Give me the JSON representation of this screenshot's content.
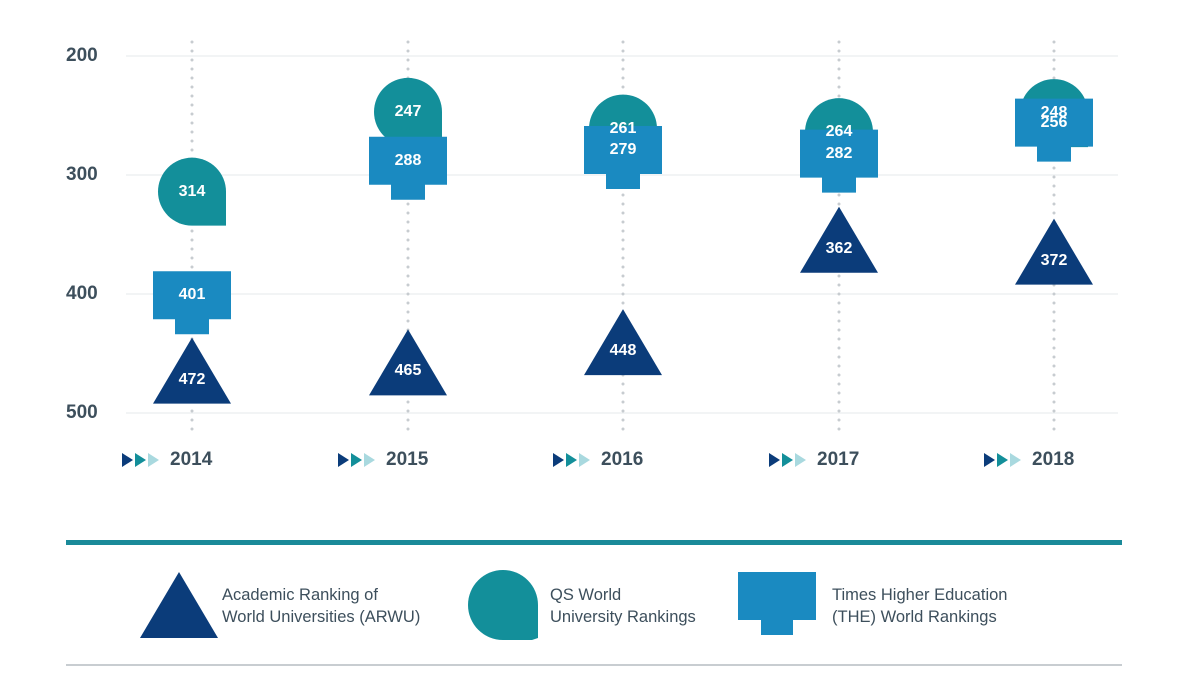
{
  "chart_data": {
    "type": "scatter",
    "categories": [
      "2014",
      "2015",
      "2016",
      "2017",
      "2018"
    ],
    "y_ticks": [
      "200",
      "300",
      "400",
      "500"
    ],
    "ylim": [
      200,
      500
    ],
    "y_inverted": true,
    "grid": true,
    "legend_position": "bottom",
    "series": [
      {
        "name": "Academic Ranking of World Universities (ARWU)",
        "marker": "triangle",
        "color": "#0b3c7a",
        "values": [
          472,
          465,
          448,
          362,
          372
        ]
      },
      {
        "name": "QS World University Rankings",
        "marker": "speech-bubble",
        "color": "#138f9a",
        "values": [
          314,
          247,
          261,
          264,
          248
        ]
      },
      {
        "name": "Times Higher Education (THE) World Rankings",
        "marker": "t-shape",
        "color": "#1a8ac1",
        "values": [
          401,
          288,
          279,
          282,
          256
        ]
      }
    ]
  },
  "legend": [
    {
      "line1": "Academic Ranking of",
      "line2": "World Universities (ARWU)"
    },
    {
      "line1": "QS World",
      "line2": "University Rankings"
    },
    {
      "line1": "Times Higher Education",
      "line2": "(THE) World Rankings"
    }
  ],
  "colors": {
    "arrow_dark": "#0b3c7a",
    "arrow_mid": "#138f9a",
    "arrow_light": "#a9d9df",
    "axis_text": "#3d4f5c"
  }
}
